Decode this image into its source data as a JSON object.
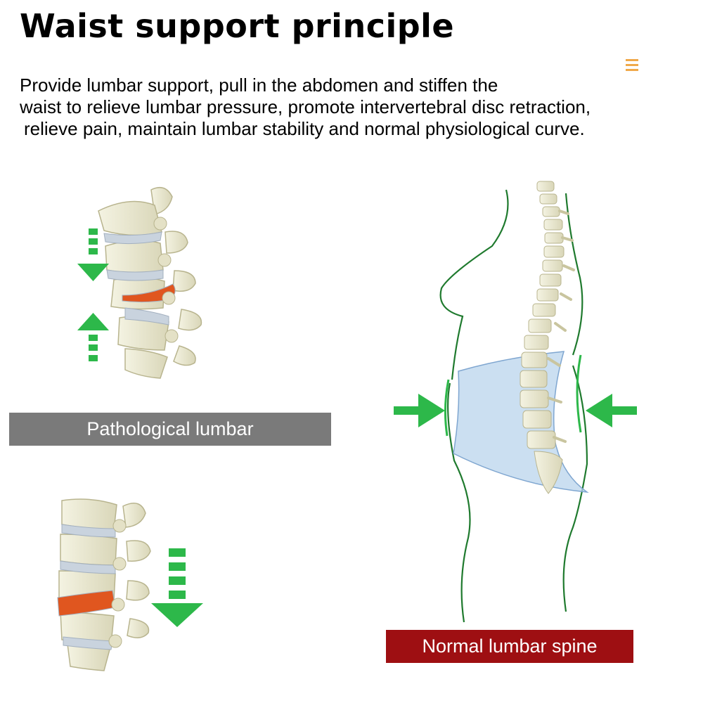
{
  "title": "Waist support principle",
  "description": {
    "lines": [
      "Provide lumbar support, pull in the abdomen and stiffen the",
      "waist to relieve lumbar pressure, promote intervertebral disc retraction,",
      "relieve pain, maintain lumbar stability and normal physiological curve."
    ]
  },
  "labels": {
    "pathological": "Pathological lumbar",
    "normal": "Normal lumbar spine"
  },
  "colors": {
    "arrow_green": "#2db84a",
    "outline_green": "#1f7a2e",
    "bone": "#ecebd3",
    "disc": "#c9d3de",
    "herniated_disc": "#e0561f",
    "brace_blue": "#b9d4ec",
    "gray_label": "#7a7a7a",
    "red_label": "#9e0f12",
    "menu_icon": "#f0a94a"
  },
  "icons": [
    "menu-icon",
    "arrow-down-icon",
    "arrow-up-icon",
    "arrow-right-icon",
    "arrow-left-icon"
  ]
}
